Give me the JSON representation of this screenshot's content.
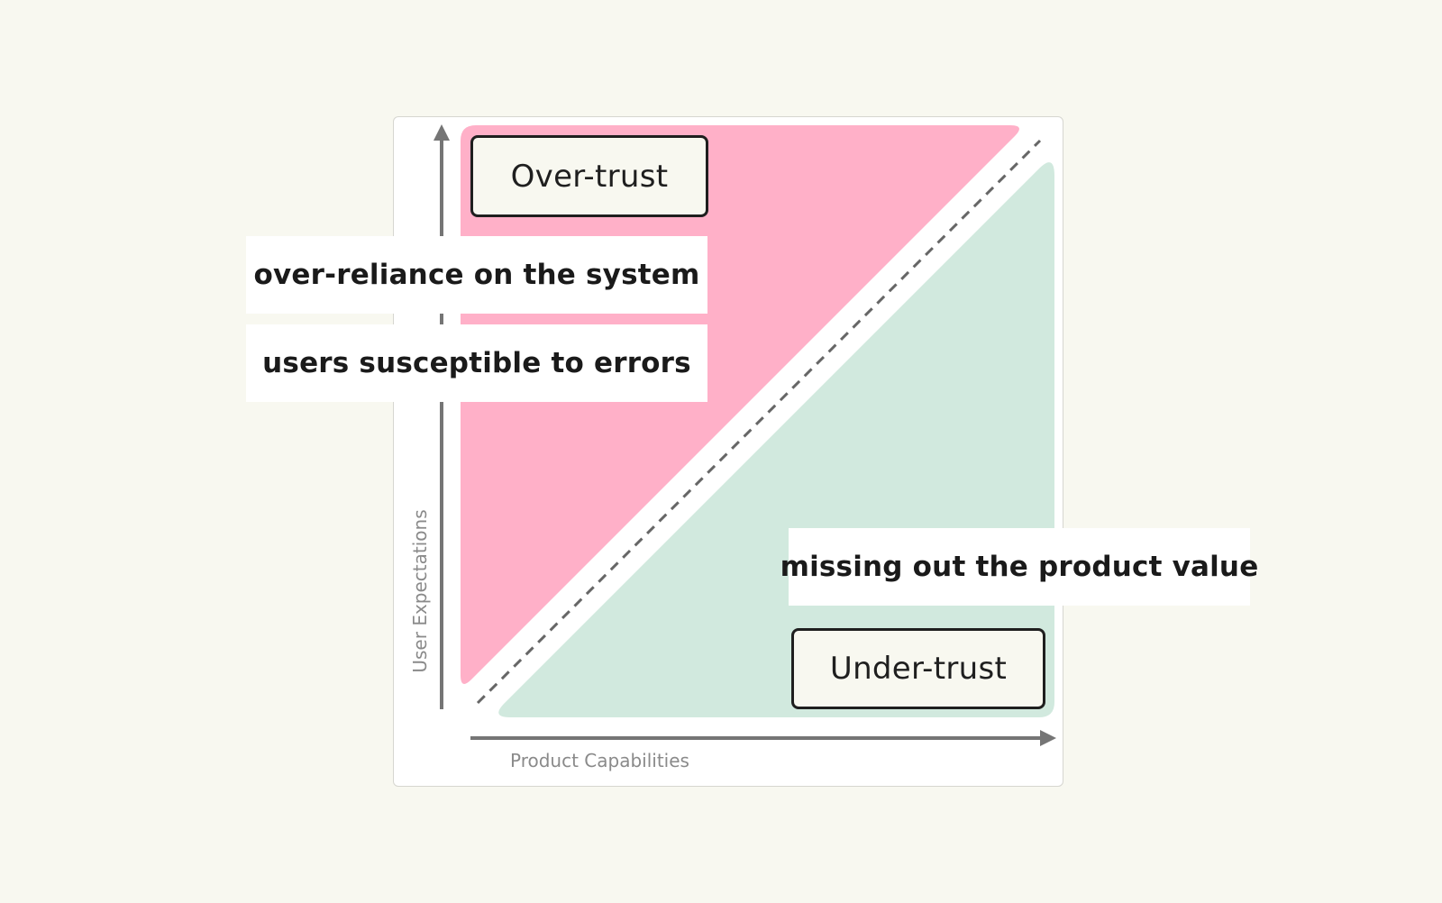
{
  "diagram": {
    "zones": {
      "upper": {
        "label": "Over-trust",
        "color": "#ffb0c8"
      },
      "lower": {
        "label": "Under-trust",
        "color": "#d1e9de"
      }
    },
    "captions": {
      "over_reliance": "over-reliance on the system",
      "susceptible": "users susceptible to errors",
      "missing_value": "missing out the product value"
    },
    "axes": {
      "x_label": "Product Capabilities",
      "y_label": "User Expectations",
      "color": "#757575"
    },
    "background_color": "#f8f8f0"
  }
}
